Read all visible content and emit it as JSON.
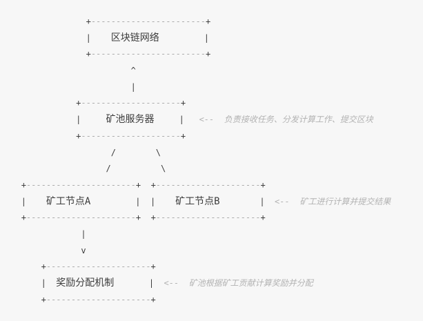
{
  "colors": {
    "background": "#f7f7f7",
    "foreground": "#3c3c3c",
    "dashed_border": "#ababab",
    "annotation": "#b3b3b3"
  },
  "diagram": {
    "nodes": {
      "blockchain": "区块链网络",
      "pool": "矿池服务器",
      "minerA": "矿工节点A",
      "minerB": "矿工节点B",
      "reward": "奖励分配机制"
    },
    "annotations": {
      "pool": "负责接收任务、分发计算工作、提交区块",
      "miners": "矿工进行计算并提交结果",
      "reward": "矿池根据矿工贡献计算奖励并分配"
    },
    "arrow_glyphs": {
      "up": "^",
      "down": "v",
      "shaft": "|",
      "fan_left": "/",
      "fan_right": "\\",
      "callout": "<--"
    },
    "lines": [
      {
        "name": "blockchain-box-top",
        "segs": [
          {
            "sp": 16
          },
          {
            "t": "+"
          },
          {
            "dash": 23,
            "c": "dim"
          },
          {
            "t": "+"
          }
        ]
      },
      {
        "name": "blockchain-box-row",
        "segs": [
          {
            "sp": 16
          },
          {
            "t": "|"
          },
          {
            "sp": 4
          },
          {
            "ref": "diagram.nodes.blockchain",
            "c": "lbl",
            "n": "blockchain-network-label"
          },
          {
            "sp": 9
          },
          {
            "t": "|"
          }
        ]
      },
      {
        "name": "blockchain-box-bottom",
        "segs": [
          {
            "sp": 16
          },
          {
            "t": "+"
          },
          {
            "dash": 23,
            "c": "dim"
          },
          {
            "t": "+"
          }
        ]
      },
      {
        "name": "arrow-up-head",
        "segs": [
          {
            "sp": 25
          },
          {
            "t": "^",
            "n": "up-arrow-icon"
          }
        ]
      },
      {
        "name": "arrow-up-shaft",
        "segs": [
          {
            "sp": 25
          },
          {
            "t": "|",
            "n": "arrow-shaft"
          }
        ]
      },
      {
        "name": "pool-box-top",
        "segs": [
          {
            "sp": 14
          },
          {
            "t": "+"
          },
          {
            "dash": 20,
            "c": "dim"
          },
          {
            "t": "+"
          }
        ]
      },
      {
        "name": "pool-box-row",
        "segs": [
          {
            "sp": 14
          },
          {
            "t": "|"
          },
          {
            "sp": 5
          },
          {
            "ref": "diagram.nodes.pool",
            "c": "lbl",
            "n": "pool-server-label"
          },
          {
            "sp": 5
          },
          {
            "t": "|"
          },
          {
            "sp": 3
          },
          {
            "t": "<--",
            "c": "note",
            "n": "annotation-arrow-icon"
          },
          {
            "sp": 2
          },
          {
            "ref": "diagram.annotations.pool",
            "c": "note",
            "n": "pool-annotation"
          }
        ]
      },
      {
        "name": "pool-box-bottom",
        "segs": [
          {
            "sp": 14
          },
          {
            "t": "+"
          },
          {
            "dash": 20,
            "c": "dim"
          },
          {
            "t": "+"
          }
        ]
      },
      {
        "name": "fanout-upper",
        "segs": [
          {
            "sp": 21
          },
          {
            "t": "/",
            "n": "fanout-left-icon"
          },
          {
            "sp": 8
          },
          {
            "t": "\\",
            "n": "fanout-right-icon"
          }
        ]
      },
      {
        "name": "fanout-lower",
        "segs": [
          {
            "sp": 20
          },
          {
            "t": "/",
            "n": "fanout-left-icon"
          },
          {
            "sp": 10
          },
          {
            "t": "\\",
            "n": "fanout-right-icon"
          }
        ]
      },
      {
        "name": "miner-boxes-top",
        "segs": [
          {
            "sp": 3
          },
          {
            "t": "+"
          },
          {
            "dash": 22,
            "c": "dim"
          },
          {
            "t": "+"
          },
          {
            "sp": 2
          },
          {
            "t": "+"
          },
          {
            "dash": 21,
            "c": "dim"
          },
          {
            "t": "+"
          }
        ]
      },
      {
        "name": "miner-boxes-row",
        "segs": [
          {
            "sp": 3
          },
          {
            "t": "|"
          },
          {
            "sp": 4
          },
          {
            "ref": "diagram.nodes.minerA",
            "c": "lbl",
            "n": "miner-node-a-label"
          },
          {
            "sp": 9
          },
          {
            "t": "|"
          },
          {
            "sp": 2
          },
          {
            "t": "|"
          },
          {
            "sp": 4
          },
          {
            "ref": "diagram.nodes.minerB",
            "c": "lbl",
            "n": "miner-node-b-label"
          },
          {
            "sp": 8
          },
          {
            "t": "|"
          },
          {
            "sp": 2
          },
          {
            "t": "<--",
            "c": "note",
            "n": "annotation-arrow-icon"
          },
          {
            "sp": 2
          },
          {
            "ref": "diagram.annotations.miners",
            "c": "note",
            "n": "miners-annotation"
          }
        ]
      },
      {
        "name": "miner-boxes-bottom",
        "segs": [
          {
            "sp": 3
          },
          {
            "t": "+"
          },
          {
            "dash": 22,
            "c": "dim"
          },
          {
            "t": "+"
          },
          {
            "sp": 2
          },
          {
            "t": "+"
          },
          {
            "dash": 21,
            "c": "dim"
          },
          {
            "t": "+"
          }
        ]
      },
      {
        "name": "arrow-down-shaft",
        "segs": [
          {
            "sp": 15
          },
          {
            "t": "|",
            "n": "arrow-shaft"
          }
        ]
      },
      {
        "name": "arrow-down-head",
        "segs": [
          {
            "sp": 15
          },
          {
            "t": "v",
            "n": "down-arrow-icon"
          }
        ]
      },
      {
        "name": "reward-box-top",
        "segs": [
          {
            "sp": 7
          },
          {
            "t": "+"
          },
          {
            "dash": 21,
            "c": "dim"
          },
          {
            "t": "+"
          }
        ]
      },
      {
        "name": "reward-box-row",
        "segs": [
          {
            "sp": 7
          },
          {
            "t": "|"
          },
          {
            "sp": 2
          },
          {
            "ref": "diagram.nodes.reward",
            "c": "lbl",
            "n": "reward-mechanism-label"
          },
          {
            "sp": 7
          },
          {
            "t": "|"
          },
          {
            "sp": 2
          },
          {
            "t": "<--",
            "c": "note",
            "n": "annotation-arrow-icon"
          },
          {
            "sp": 2
          },
          {
            "ref": "diagram.annotations.reward",
            "c": "note",
            "n": "reward-annotation"
          }
        ]
      },
      {
        "name": "reward-box-bottom",
        "segs": [
          {
            "sp": 7
          },
          {
            "t": "+"
          },
          {
            "dash": 21,
            "c": "dim"
          },
          {
            "t": "+"
          }
        ]
      }
    ]
  }
}
